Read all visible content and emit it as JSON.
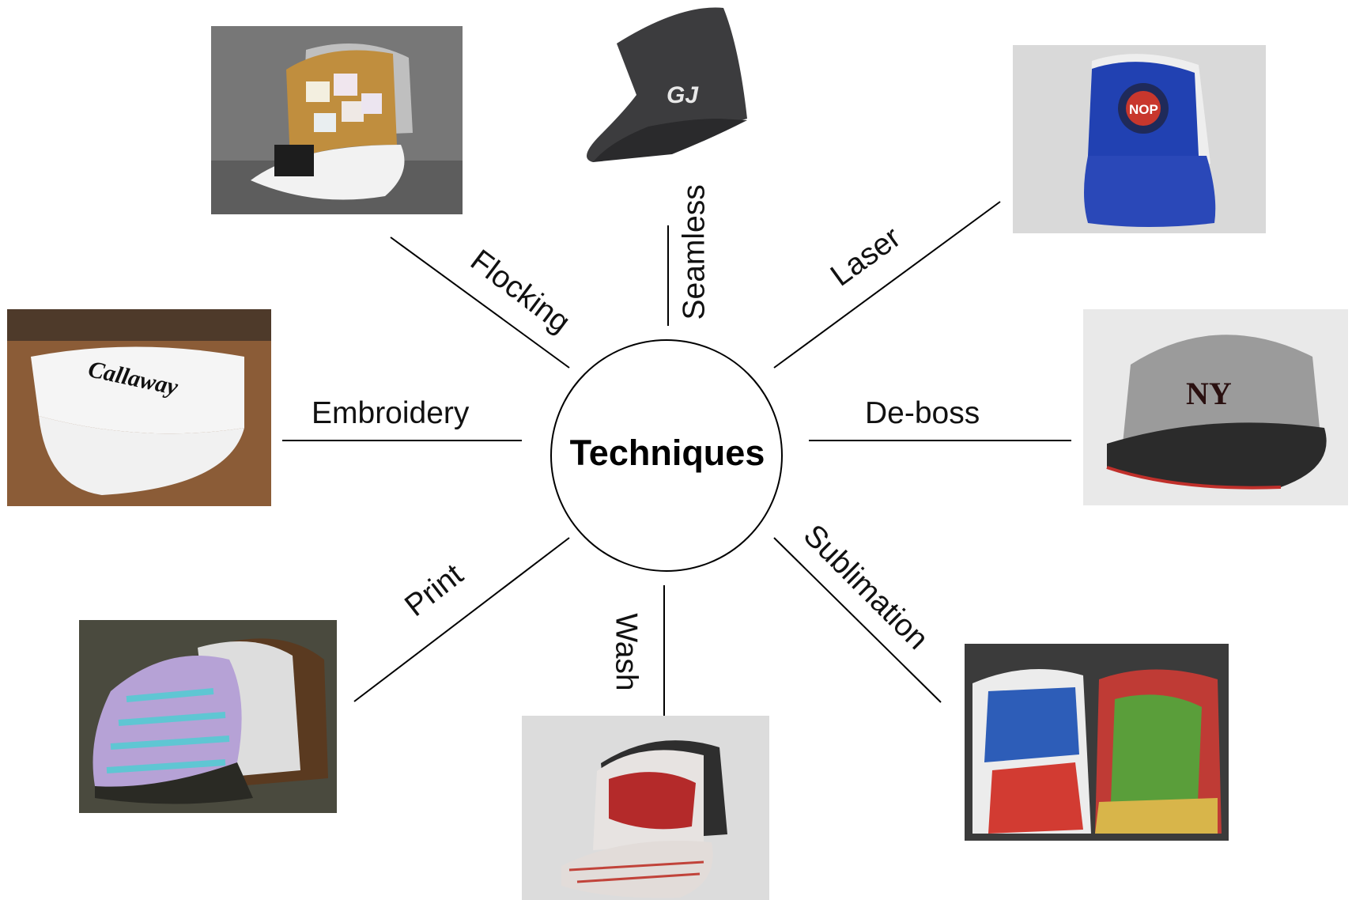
{
  "diagram": {
    "center": "Techniques",
    "techniques": [
      {
        "key": "flocking",
        "label": "Flocking"
      },
      {
        "key": "seamless",
        "label": "Seamless"
      },
      {
        "key": "laser",
        "label": "Laser"
      },
      {
        "key": "embroidery",
        "label": "Embroidery"
      },
      {
        "key": "deboss",
        "label": "De-boss"
      },
      {
        "key": "print",
        "label": "Print"
      },
      {
        "key": "wash",
        "label": "Wash"
      },
      {
        "key": "sublimation",
        "label": "Sublimation"
      }
    ]
  },
  "photos": {
    "seamless_logo": "GJ",
    "embroidery_logo": "Callaway",
    "deboss_logo": "NY",
    "laser_logo": "NOP"
  }
}
